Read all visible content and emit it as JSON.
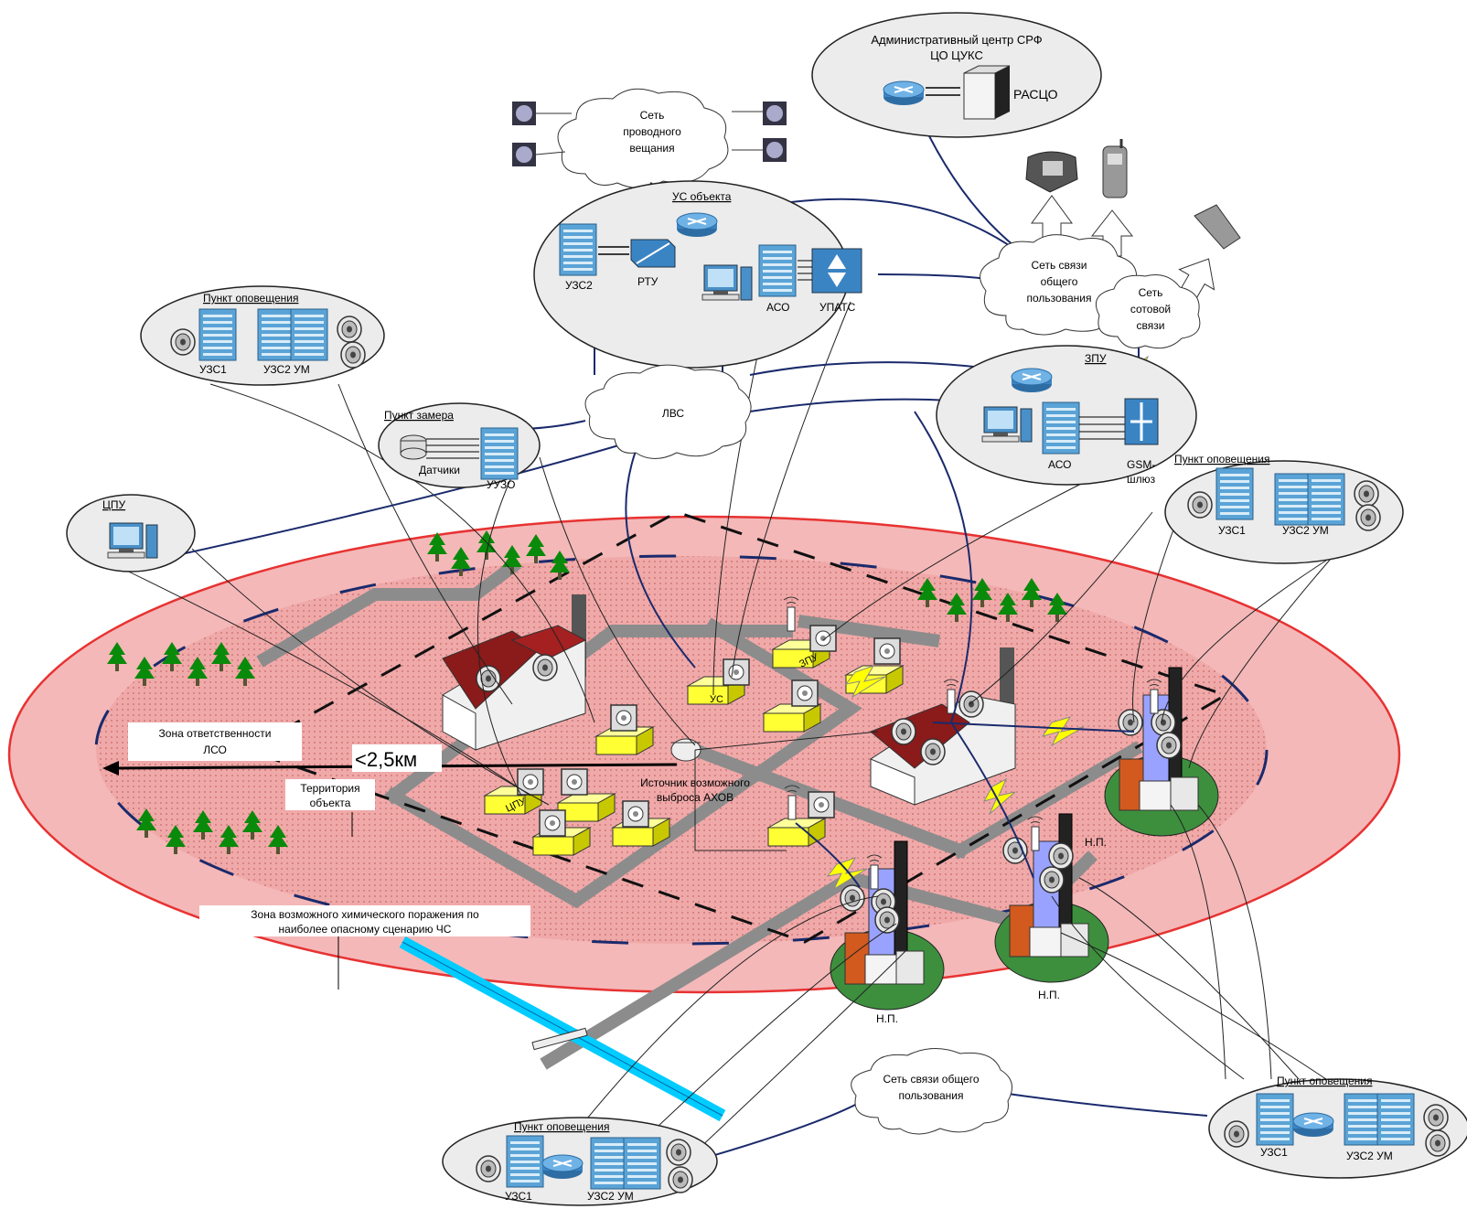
{
  "admin_center": {
    "title": "Административный центр СРФ",
    "subtitle": "ЦО ЦУКС",
    "server_label": "РАСЦО"
  },
  "wired_broadcast": {
    "l1": "Сеть",
    "l2": "проводного",
    "l3": "вещания"
  },
  "facility_uc": {
    "title": "УС объекта",
    "uzs2": "УЗС2",
    "rtu": "РТУ",
    "aso": "АСО",
    "upats": "УПАТС"
  },
  "public_net": {
    "l1": "Сеть связи",
    "l2": "общего",
    "l3": "пользования"
  },
  "cellular": {
    "l1": "Сеть",
    "l2": "сотовой",
    "l3": "связи"
  },
  "zpu": {
    "title": "ЗПУ",
    "aso": "АСО",
    "gsm1": "GSM-",
    "gsm2": "шлюз"
  },
  "lan": {
    "label": "ЛВС"
  },
  "measure_point": {
    "title": "Пункт замера",
    "sensors": "Датчики",
    "uuzo": "УУЗО"
  },
  "cpu": {
    "title": "ЦПУ"
  },
  "warning_point": {
    "title": "Пункт оповещения",
    "uzs1": "УЗС1",
    "uzs2_um": "УЗС2  УМ"
  },
  "zone_responsibility": {
    "l1": "Зона ответственности",
    "l2": "ЛСО"
  },
  "distance": "<2,5км",
  "territory": {
    "l1": "Территория",
    "l2": "объекта"
  },
  "source": {
    "l1": "Источник возможного",
    "l2": "выброса АХОВ"
  },
  "chem_zone": {
    "l1": "Зона возможного химического поражения по",
    "l2": "наиболее опасному сценарию ЧС"
  },
  "public_net_bottom": {
    "l1": "Сеть связи общего",
    "l2": "пользования"
  },
  "building_tags": {
    "zpu": "ЗПУ",
    "us": "УС",
    "cpu": "ЦПУ"
  },
  "settlement": "Н.П.",
  "colors": {
    "zone_fill": "#f2b3b3",
    "zone_border": "#e83232",
    "road": "#8c8c8c",
    "link": "#1a2a6c",
    "tree": "#0a8a0a",
    "tag_yellow": "#ffff66"
  }
}
